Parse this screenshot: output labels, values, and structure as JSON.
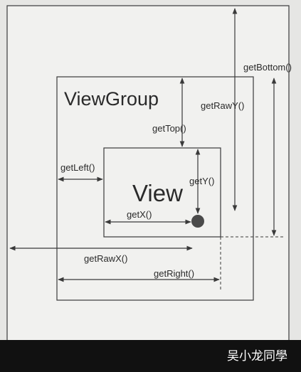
{
  "diagram": {
    "labels": {
      "viewgroup": "ViewGroup",
      "view": "View",
      "get_top": "getTop()",
      "get_raw_y": "getRawY()",
      "get_bottom": "getBottom()",
      "get_left": "getLeft()",
      "get_y": "getY()",
      "get_x": "getX()",
      "get_raw_x": "getRawX()",
      "get_right": "getRight()"
    },
    "watermark": "吴小龙同學",
    "colors": {
      "background": "#e6e6e4",
      "line": "#3a3a3a",
      "touch_point": "#4a4a4a"
    }
  }
}
